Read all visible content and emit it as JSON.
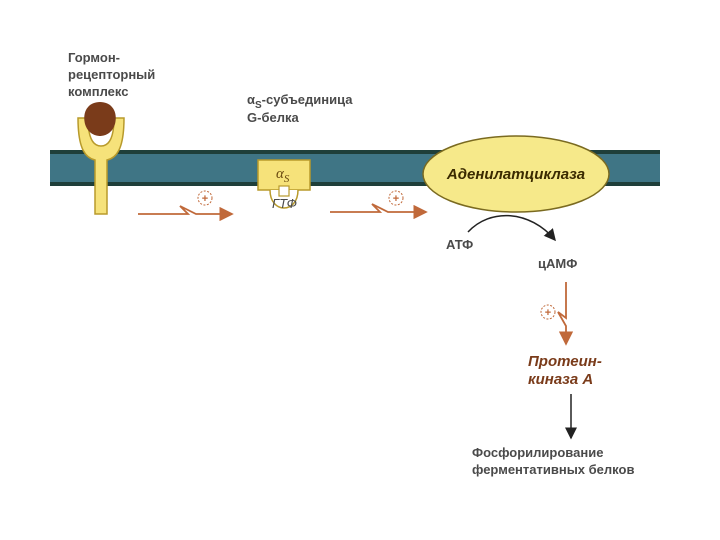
{
  "labels": {
    "receptor_line1": "Гормон-",
    "receptor_line2": "рецепторный",
    "receptor_line3": "комплекс",
    "alpha_sub_line1_greek": "α",
    "alpha_sub_line1_sub": "S",
    "alpha_sub_line1_rest": "-субъединица",
    "alpha_sub_line2": "G-белка",
    "g_alpha": "α",
    "g_alpha_sub": "S",
    "gtp": "ГТФ",
    "enzyme": "Аденилатциклаза",
    "atp": "АТФ",
    "camp": "цАМФ",
    "pka_line1": "Протеин-",
    "pka_line2": "киназа А",
    "result_line1": "Фосфорилирование",
    "result_line2": "ферментативных белков",
    "plus_sign": "+"
  },
  "colors": {
    "membrane": "#3f7585",
    "membrane_edge": "#1f3f3a",
    "receptor_fill": "#f6e27a",
    "receptor_stroke": "#b89a2b",
    "hormone": "#7a3b1a",
    "enzyme_fill": "#f6e98a",
    "activation_arrow": "#c0693a",
    "arrow": "#222222"
  }
}
